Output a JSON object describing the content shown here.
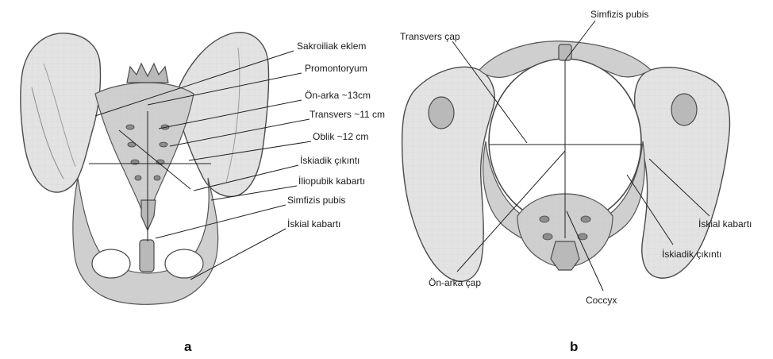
{
  "panels": [
    {
      "letter": "a",
      "labels": [
        "Sakroiliak eklem",
        "Promontoryum",
        "Ön-arka ~13cm",
        "Transvers ~11 cm",
        "Oblik ~12 cm",
        "İskiadik çıkıntı",
        "İliopubik kabartı",
        "Simfizis pubis",
        "İskial kabartı"
      ]
    },
    {
      "letter": "b",
      "labels": [
        "Simfizis pubis",
        "Transvers çap",
        "İskial kabartı",
        "İskiadik çıkıntı",
        "Ön-arka çap",
        "Coccyx"
      ]
    }
  ]
}
